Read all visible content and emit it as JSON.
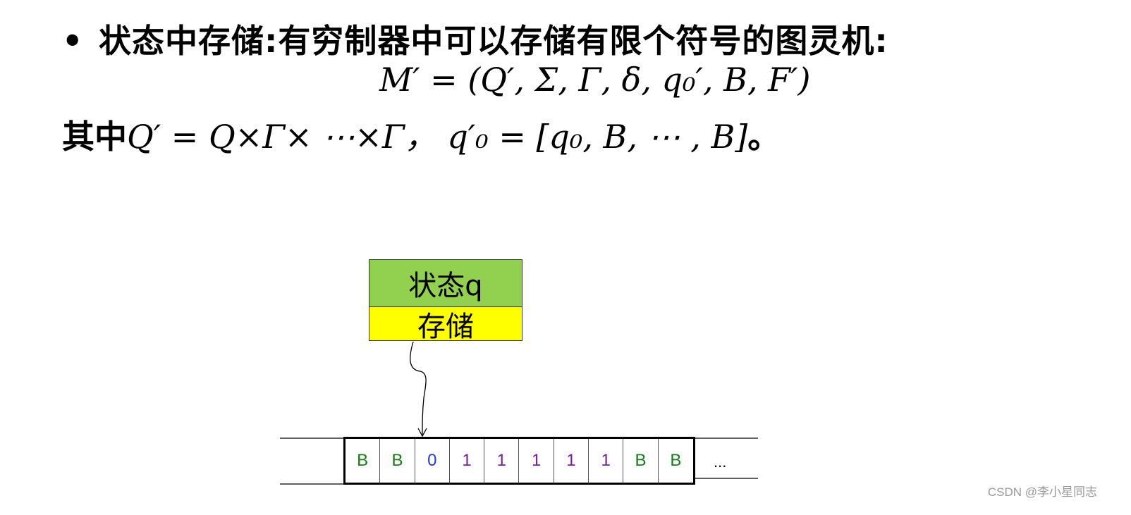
{
  "heading": {
    "bullet": "•",
    "text": "状态中存储:有穷制器中可以存储有限个符号的图灵机:"
  },
  "formula": "M′ = (Q′, Σ, Γ, δ, q₀′, B, F′)",
  "where": {
    "prefix": "其中",
    "math": "Q′ = Q×Γ× ⋯×Γ，  q′₀ = [q₀, B, ⋯ , B]",
    "suffix": "。"
  },
  "diagram": {
    "state_label": "状态q",
    "storage_label": "存储",
    "tape_cells": [
      {
        "symbol": "B",
        "color": "#1a7a1a"
      },
      {
        "symbol": "B",
        "color": "#1a7a1a"
      },
      {
        "symbol": "0",
        "color": "#1f3bdc"
      },
      {
        "symbol": "1",
        "color": "#7a1f9a"
      },
      {
        "symbol": "1",
        "color": "#7a1f9a"
      },
      {
        "symbol": "1",
        "color": "#7a1f9a"
      },
      {
        "symbol": "1",
        "color": "#7a1f9a"
      },
      {
        "symbol": "1",
        "color": "#7a1f9a"
      },
      {
        "symbol": "B",
        "color": "#1a7a1a"
      },
      {
        "symbol": "B",
        "color": "#1a7a1a"
      }
    ],
    "ellipsis": "...",
    "head_cell_index": 2
  },
  "watermark": "CSDN @李小星同志"
}
